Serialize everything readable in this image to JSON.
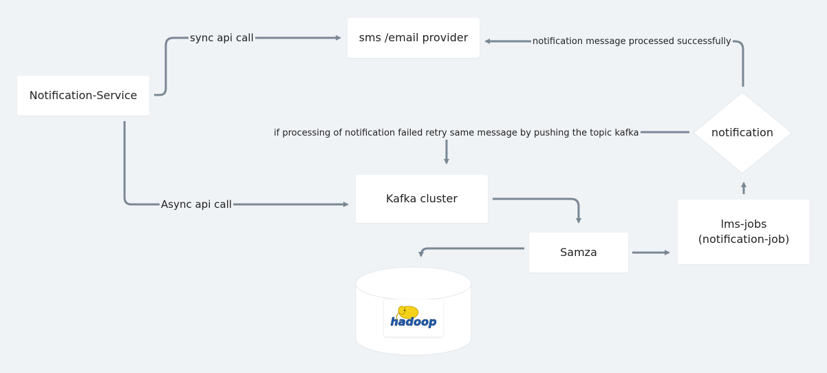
{
  "nodes": {
    "notification_service": "Notification-Service",
    "sms_email_provider": "sms /email provider",
    "kafka_cluster": "Kafka cluster",
    "samza": "Samza",
    "lms_jobs_line1": "lms-jobs",
    "lms_jobs_line2": "(notification-job)",
    "notification_decision": "notification"
  },
  "edges": {
    "sync_api_call": "sync api call",
    "async_api_call": "Async api call",
    "processed_successfully": "notification message processed successfully",
    "retry_message": "if processing of notification failed retry same message by pushing the topic kafka"
  },
  "logos": {
    "hadoop": "hadoop"
  },
  "colors": {
    "background": "#f0f3f6",
    "connector": "#7a8794",
    "node_fill": "#ffffff",
    "hadoop_yellow": "#f5d21a",
    "hadoop_blue": "#1e5fb4"
  }
}
